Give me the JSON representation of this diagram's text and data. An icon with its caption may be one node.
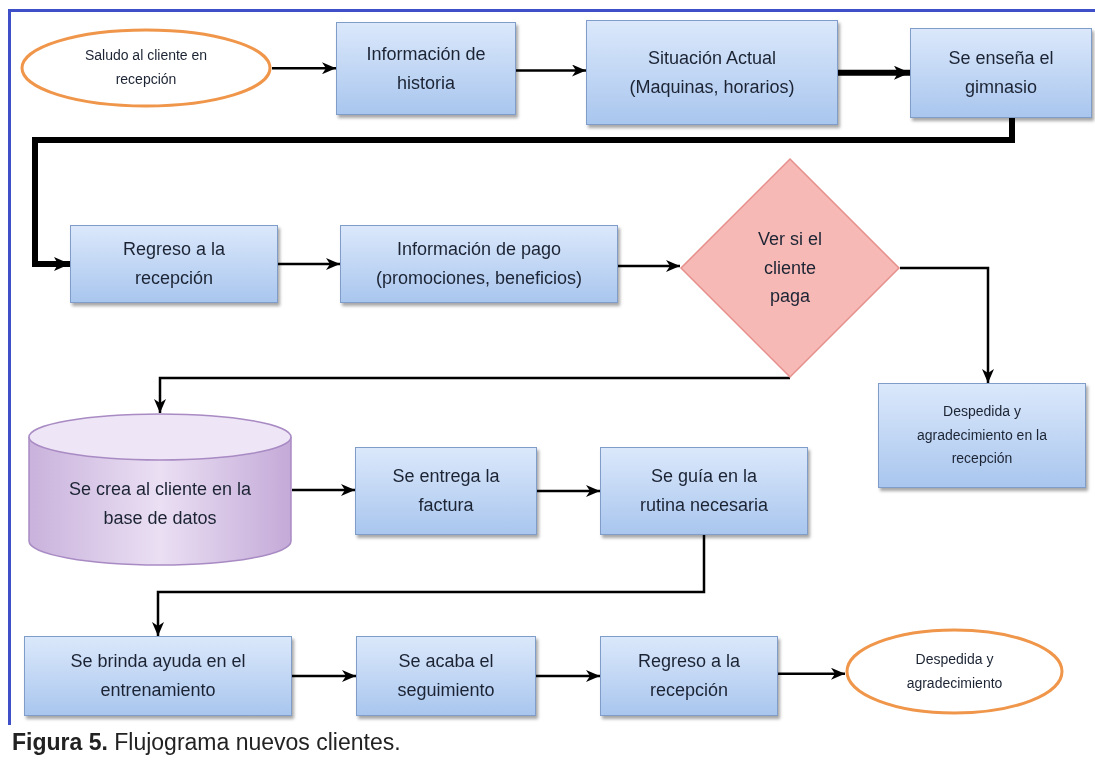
{
  "diagram": {
    "caption": "**Figura 5.** Flujograma nuevos clientes.",
    "nodes": [
      {
        "text": [
          "Saludo al cliente en recepción"
        ]
      },
      {
        "text": [
          "Información de historia"
        ]
      },
      {
        "text": [
          "Situación Actual (Maquinas, horarios)"
        ]
      },
      {
        "text": [
          "Se enseña el gimnasio"
        ]
      },
      {
        "text": [
          "Regreso a la recepción"
        ]
      },
      {
        "text": [
          "Información de pago (promociones, beneficios)"
        ]
      },
      {
        "text": [
          "Ver si el cliente paga"
        ]
      },
      {
        "text": [
          "Despedida y agradecimiento en la recepción"
        ]
      },
      {
        "text": [
          "Se crea al cliente en la base de datos"
        ]
      },
      {
        "text": [
          "Se entrega la factura"
        ]
      },
      {
        "text": [
          "Se guía en la rutina necesaria"
        ]
      },
      {
        "text": [
          "Se brinda ayuda en el entrenamiento"
        ]
      },
      {
        "text": [
          "Se acaba el seguimiento"
        ]
      },
      {
        "text": [
          "Regreso a la recepción"
        ]
      },
      {
        "text": [
          "Despedida y agradecimiento"
        ]
      }
    ],
    "edges": [
      {
        "from": 0,
        "to": 1,
        "arrow": "to"
      },
      {
        "from": 1,
        "to": 2,
        "arrow": "to"
      },
      {
        "from": 2,
        "to": 3,
        "arrow": "to",
        "style": "thick"
      },
      {
        "from": 3,
        "to": 4,
        "arrow": "to",
        "style": "thick"
      },
      {
        "from": 4,
        "to": 5,
        "arrow": "to"
      },
      {
        "from": 5,
        "to": 6,
        "arrow": "to"
      },
      {
        "from": 6,
        "to": 7,
        "arrow": "to"
      },
      {
        "from": 6,
        "to": 8,
        "arrow": "to"
      },
      {
        "from": 8,
        "to": 9,
        "arrow": "to"
      },
      {
        "from": 9,
        "to": 10,
        "arrow": "to"
      },
      {
        "from": 10,
        "to": 11,
        "arrow": "to"
      },
      {
        "from": 11,
        "to": 12,
        "arrow": "to"
      },
      {
        "from": 12,
        "to": 13,
        "arrow": "to"
      },
      {
        "from": 13,
        "to": 14,
        "arrow": "to"
      }
    ]
  }
}
